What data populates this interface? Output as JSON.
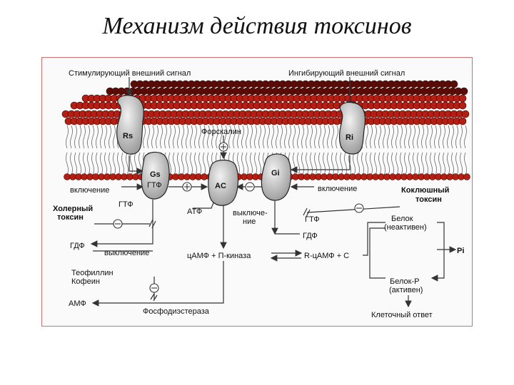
{
  "title": "Механизм действия токсинов",
  "labels": {
    "stimulating_signal": "Стимулирующий внешний сигнал",
    "inhibiting_signal": "Ингибирующий внешний сигнал",
    "forskolin": "Форскалин",
    "rs": "Rs",
    "ri": "Ri",
    "gs": "Gs",
    "gi": "Gi",
    "ac": "AC",
    "gtp_gs": "ГТФ",
    "activation_left": "включение",
    "activation_right": "включение",
    "cholera_toxin_1": "Холерный",
    "cholera_toxin_2": "токсин",
    "pertussis_toxin_1": "Коклюшный",
    "pertussis_toxin_2": "токсин",
    "gtp_left": "ГТФ",
    "gtp_right": "ГТФ",
    "atp": "АТФ",
    "deactivation_mid_1": "выключе-",
    "deactivation_mid_2": "ние",
    "gdp_left": "ГДФ",
    "gdp_right": "ГДФ",
    "deactivation_left": "выключение",
    "camp_kinase": "цАМФ + П-киназа",
    "r_camp_c": "R-цАМФ + С",
    "protein": "Белок",
    "inactive": "(неактивен)",
    "protein_p": "Белок-Р",
    "active": "(активен)",
    "pi": "Pi",
    "theophylline": "Теофиллин",
    "caffeine": "Кофеин",
    "amp": "АМФ",
    "phosphodiesterase": "Фосфодиэстераза",
    "cell_response": "Клеточный ответ"
  },
  "colors": {
    "membrane_head": "#b31f14",
    "membrane_dark": "#5a0d08",
    "protein_fill": "#d8d8d8",
    "line": "#333333"
  }
}
